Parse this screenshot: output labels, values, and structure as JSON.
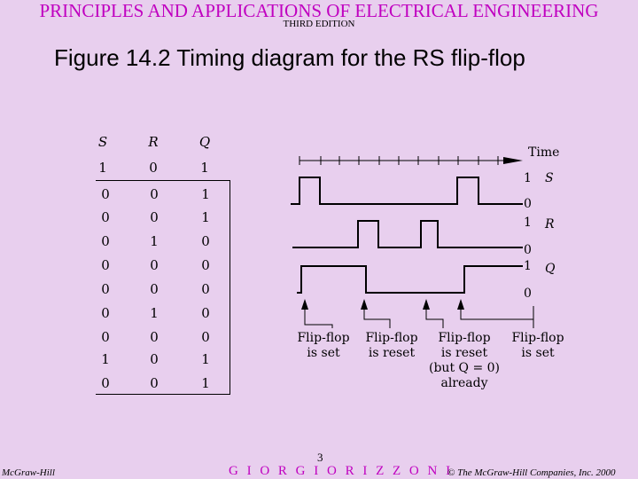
{
  "header": {
    "title": "PRINCIPLES AND APPLICATIONS OF ELECTRICAL ENGINEERING",
    "edition": "THIRD EDITION"
  },
  "figure": {
    "title": "Figure 14.2 Timing diagram for the RS flip-flop"
  },
  "truth_table": {
    "headers": [
      "S",
      "R",
      "Q"
    ],
    "rows": [
      [
        "1",
        "0",
        "1"
      ],
      [
        "0",
        "0",
        "1"
      ],
      [
        "0",
        "0",
        "1"
      ],
      [
        "0",
        "1",
        "0"
      ],
      [
        "0",
        "0",
        "0"
      ],
      [
        "0",
        "0",
        "0"
      ],
      [
        "0",
        "1",
        "0"
      ],
      [
        "0",
        "0",
        "0"
      ],
      [
        "1",
        "0",
        "1"
      ],
      [
        "0",
        "0",
        "1"
      ]
    ]
  },
  "timing": {
    "time_label": "Time",
    "signals": [
      {
        "name": "S",
        "high_label": "1",
        "low_label": "0"
      },
      {
        "name": "R",
        "high_label": "1",
        "low_label": "0"
      },
      {
        "name": "Q",
        "high_label": "1",
        "low_label": "0"
      }
    ]
  },
  "captions": [
    {
      "line1": "Flip-flop",
      "line2": "is set",
      "line3": "",
      "line4": ""
    },
    {
      "line1": "Flip-flop",
      "line2": "is reset",
      "line3": "",
      "line4": ""
    },
    {
      "line1": "Flip-flop",
      "line2": "is reset",
      "line3": "(but Q = 0)",
      "line4": "already"
    },
    {
      "line1": "Flip-flop",
      "line2": "is set",
      "line3": "",
      "line4": ""
    }
  ],
  "footer": {
    "publisher": "McGraw-Hill",
    "author": "G I O R G I O   R I Z Z O N I",
    "copyright": "© The McGraw-Hill Companies, Inc. 2000",
    "page_number": "3"
  }
}
